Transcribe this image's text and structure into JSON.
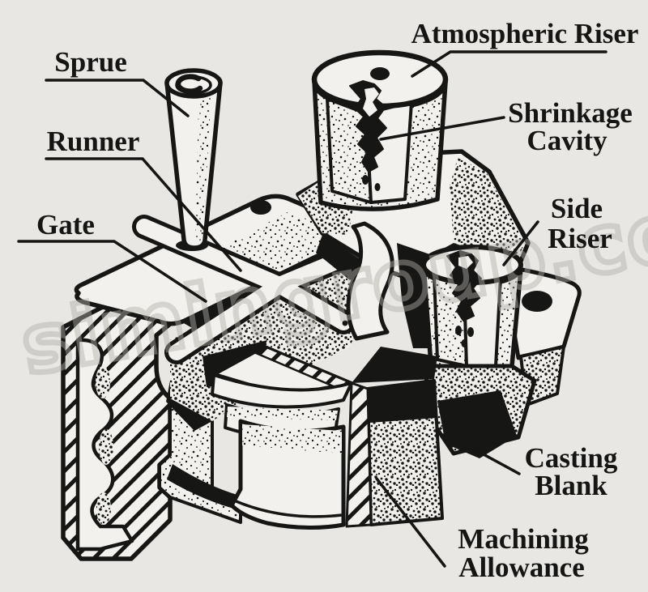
{
  "figure": {
    "type": "casting-cutaway-diagram",
    "watermark": "simingroup.com"
  },
  "labels": {
    "sprue": "Sprue",
    "runner": "Runner",
    "gate": "Gate",
    "atmospheric_riser": "Atmospheric Riser",
    "shrinkage_cavity": {
      "line1": "Shrinkage",
      "line2": "Cavity"
    },
    "side_riser": {
      "line1": "Side",
      "line2": "Riser"
    },
    "casting_blank": {
      "line1": "Casting",
      "line2": "Blank"
    },
    "machining_allowance": {
      "line1": "Machining",
      "line2": "Allowance"
    }
  },
  "colors": {
    "background": "#e8e7e4",
    "ink": "#161615",
    "paper": "#f2f1ee",
    "watermark": "#b2afa9"
  }
}
